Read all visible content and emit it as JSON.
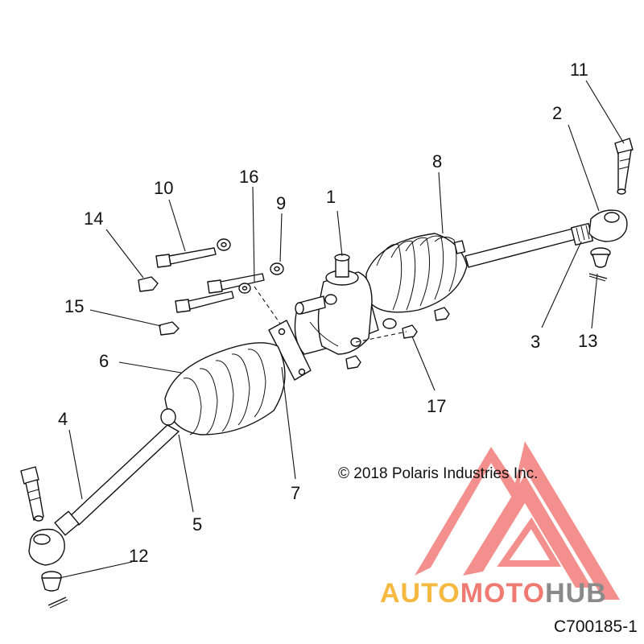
{
  "callouts": {
    "c1": "1",
    "c2": "2",
    "c3": "3",
    "c4": "4",
    "c5": "5",
    "c6": "6",
    "c7": "7",
    "c8": "8",
    "c9": "9",
    "c10": "10",
    "c11": "11",
    "c12": "12",
    "c13": "13",
    "c14": "14",
    "c15": "15",
    "c16": "16",
    "c17": "17"
  },
  "copyright": "© 2018 Polaris Industries Inc.",
  "reference_code": "C700185-1",
  "watermark": {
    "part1": "AUTO",
    "part2": "MOTO",
    "part3": "HUB",
    "colors": {
      "auto": "#f5b840",
      "moto": "#ee7a72",
      "hub": "#8a8a8a",
      "logo": "#ef6b68"
    }
  }
}
